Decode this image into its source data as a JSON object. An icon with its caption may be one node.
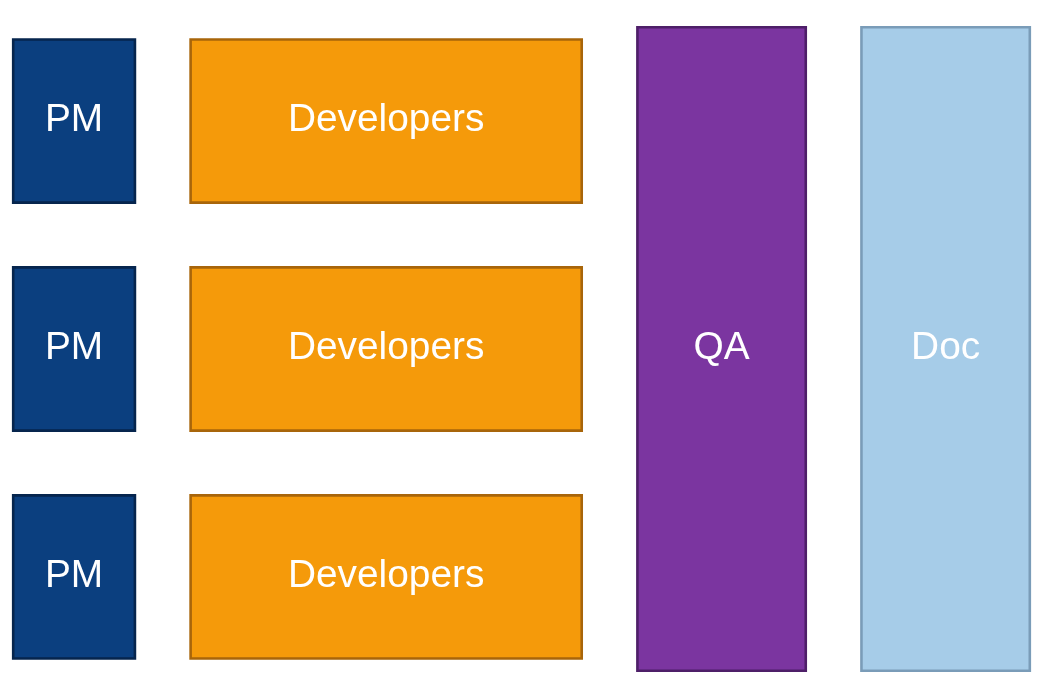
{
  "diagram": {
    "nodes": [
      {
        "text": [
          "PM"
        ]
      },
      {
        "text": [
          "Developers"
        ]
      },
      {
        "text": [
          "QA"
        ]
      },
      {
        "text": [
          "Doc"
        ]
      },
      {
        "text": [
          "PM"
        ]
      },
      {
        "text": [
          "Developers"
        ]
      },
      {
        "text": [
          "PM"
        ]
      },
      {
        "text": [
          "Developers"
        ]
      }
    ],
    "edges": []
  }
}
